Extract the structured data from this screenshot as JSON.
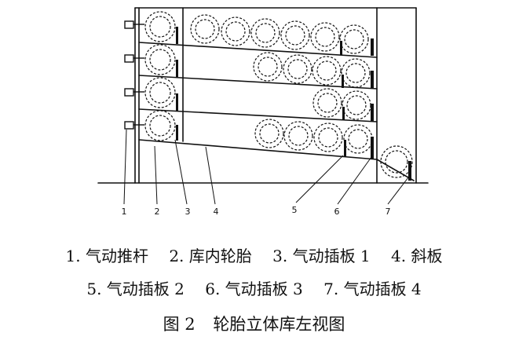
{
  "callouts": [
    "1",
    "2",
    "3",
    "4",
    "5",
    "6",
    "7"
  ],
  "legend_row1": [
    "1. 气动推杆",
    "2. 库内轮胎",
    "3. 气动插板 1",
    "4. 斜板"
  ],
  "legend_row2": [
    "5. 气动插板 2",
    "6. 气动插板 3",
    "7. 气动插板 4"
  ],
  "caption_figure": "图 2",
  "caption_title": "轮胎立体库左视图",
  "colors": {
    "ink": "#111111",
    "background": "#ffffff"
  }
}
